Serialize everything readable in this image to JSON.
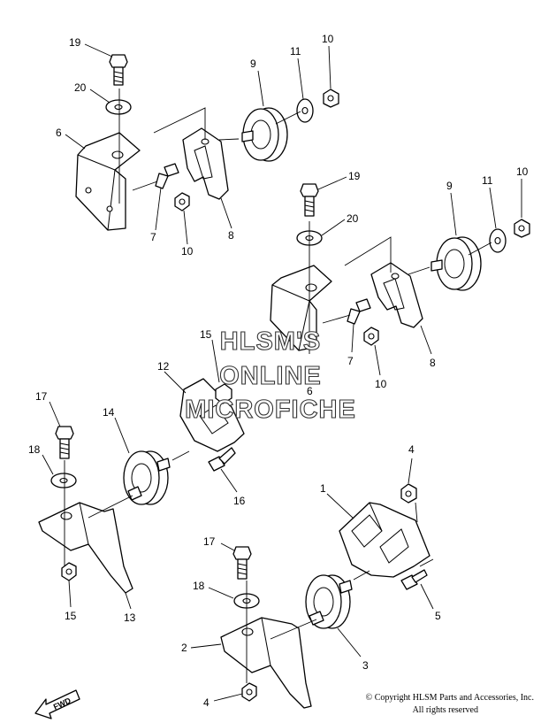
{
  "watermark": {
    "line1": "HLSM'S",
    "line2": "ONLINE",
    "line3": "MICROFICHE"
  },
  "copyright": {
    "line1": "© Copyright HLSM Parts and Accessories, Inc.",
    "line2": "All rights reserved"
  },
  "direction_label": "FWD",
  "callouts": {
    "c19a": "19",
    "c20a": "20",
    "c6a": "6",
    "c7a": "7",
    "c10a": "10",
    "c8a": "8",
    "c9a": "9",
    "c11a": "11",
    "c10b": "10",
    "c19b": "19",
    "c20b": "20",
    "c9b": "9",
    "c11b": "11",
    "c10c": "10",
    "c7b": "7",
    "c10d": "10",
    "c8b": "8",
    "c6b": "6",
    "c15a": "15",
    "c12": "12",
    "c17a": "17",
    "c14": "14",
    "c18a": "18",
    "c16": "16",
    "c15b": "15",
    "c13": "13",
    "c4a": "4",
    "c1": "1",
    "c17b": "17",
    "c18b": "18",
    "c5": "5",
    "c2": "2",
    "c3": "3",
    "c4b": "4"
  }
}
